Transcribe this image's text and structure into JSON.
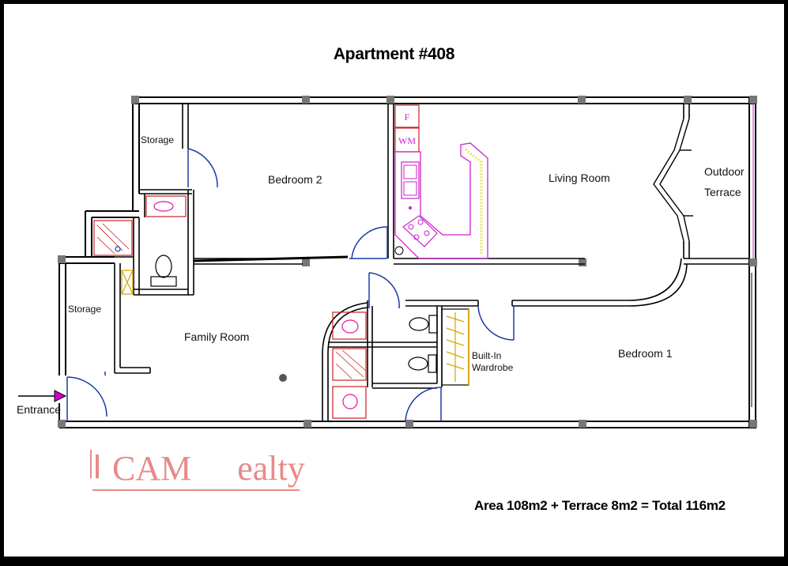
{
  "title": "Apartment #408",
  "rooms": {
    "storage_top": "Storage",
    "bedroom2": "Bedroom 2",
    "living_room": "Living Room",
    "outdoor_terrace_line1": "Outdoor",
    "outdoor_terrace_line2": "Terrace",
    "storage_left": "Storage",
    "family_room": "Family Room",
    "bedroom1": "Bedroom 1",
    "wardrobe_line1": "Built-In",
    "wardrobe_line2": "Wardrobe",
    "entrance": "Entrance"
  },
  "appliances": {
    "fridge": "F",
    "washing_machine": "WM"
  },
  "area_summary": "Area 108m2 + Terrace 8m2 = Total 116m2",
  "watermark": {
    "text_left": "CAM",
    "text_right": "ealty"
  },
  "colors": {
    "walls": "#000000",
    "wall_fill": "#ffffff",
    "fixtures": "#e0149a",
    "kitchen": "#cc22cc",
    "counter": "#e9e24a",
    "door": "#1a3aa8",
    "watermark": "#e88a8a",
    "entrance_arrow": "#d300d3"
  }
}
